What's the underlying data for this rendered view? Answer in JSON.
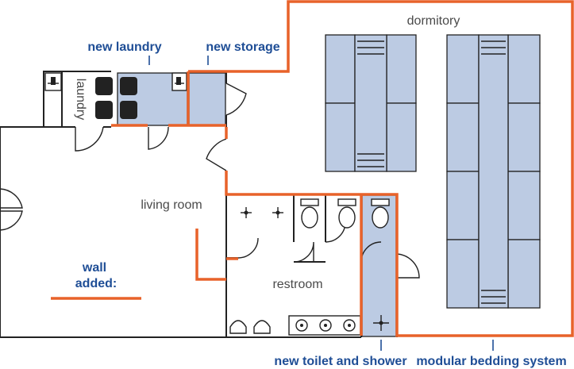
{
  "rooms": {
    "dormitory": "dormitory",
    "laundry": "laundry",
    "living_room": "living room",
    "restroom": "restroom"
  },
  "callouts": {
    "new_laundry": "new laundry",
    "new_storage": "new storage",
    "new_toilet_and_shower": "new toilet and shower",
    "modular_bedding_system": "modular bedding system"
  },
  "legend": {
    "line1": "wall",
    "line2": "added:"
  },
  "colors": {
    "new_wall": "#e8622a",
    "new_area_fill": "#bccbe3",
    "callout_text": "#1f4e96",
    "wall_line": "#222222"
  }
}
